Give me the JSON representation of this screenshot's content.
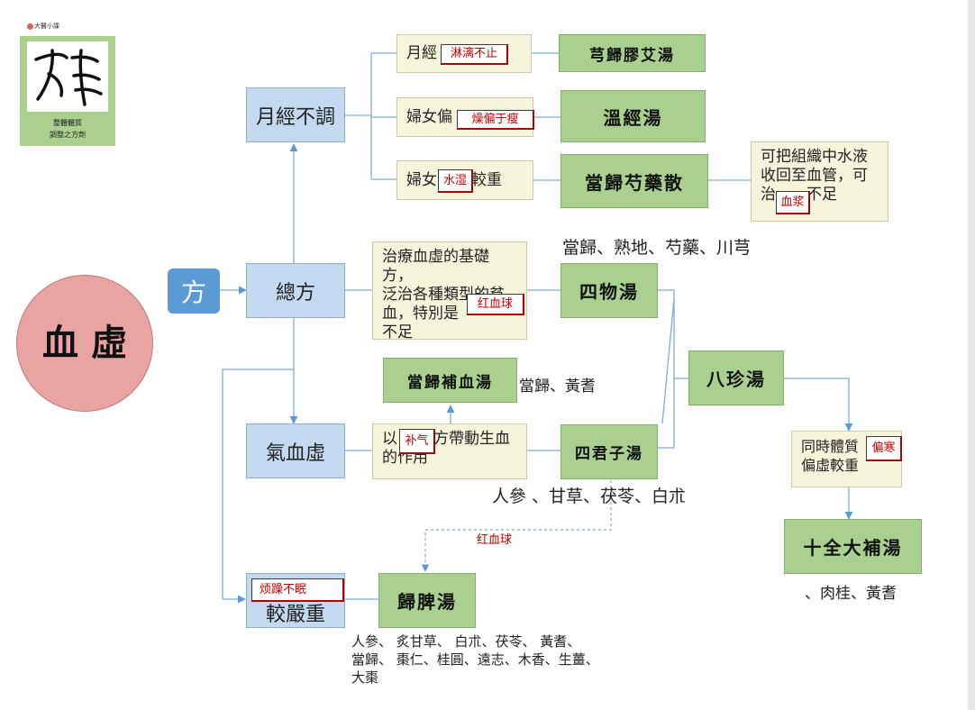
{
  "logo": {
    "small_label": "大醫小課",
    "subtitle": "整體體質\n調整之方劑"
  },
  "center": {
    "main": "血\n虛",
    "fang": "方"
  },
  "categories": {
    "menstrual": "月經不調",
    "general": "總方",
    "qi_blood": "氣血虛",
    "severe": "較嚴重"
  },
  "descriptions": {
    "menstrual_1": "月經",
    "menstrual_2": "婦女偏",
    "menstrual_3_a": "婦女",
    "menstrual_3_b": "較重",
    "general": "治療血虛的基礎方，\n泛治各種類型的貧\n血，特別是\n不足",
    "qi_blood_a": "以",
    "qi_blood_b": "方帶動生血\n的作用",
    "danggui_shao": "可把組織中水液\n收回至血管，可\n治",
    "danggui_shao_b": "不足",
    "bazhen": "同時體質\n偏虛較重"
  },
  "formulas": {
    "xiong_gui": "芎歸膠艾湯",
    "wen_jing": "溫經湯",
    "danggui_shao": "當歸芍藥散",
    "si_wu": "四物湯",
    "danggui_bu_xue": "當歸補血湯",
    "si_jun_zi": "四君子湯",
    "ba_zhen": "八珍湯",
    "shi_quan": "十全大補湯",
    "gui_pi": "歸脾湯"
  },
  "ingredients": {
    "si_wu": "當歸、熟地、芍藥、川芎",
    "danggui_bu_xue": "當歸、黃耆",
    "si_jun_zi": "人參 、甘草、茯苓、白朮",
    "shi_quan": "、肉桂、黃耆",
    "gui_pi": "人參、 炙甘草、 白朮、茯苓、 黃耆、\n當歸、 棗仁、桂圓、遠志、木香、生薑、\n大棗"
  },
  "annotations": {
    "lin_li": "淋漓不止",
    "zao_pian": "燥偏于瘦",
    "shui_shi": "水湿",
    "xue_jiang": "血浆",
    "hong_xue_qiu": "红血球",
    "bu_qi": "补气",
    "pian_han": "偏寒",
    "fan_zao": "烦躁不眠",
    "dashed_label": "红血球"
  }
}
